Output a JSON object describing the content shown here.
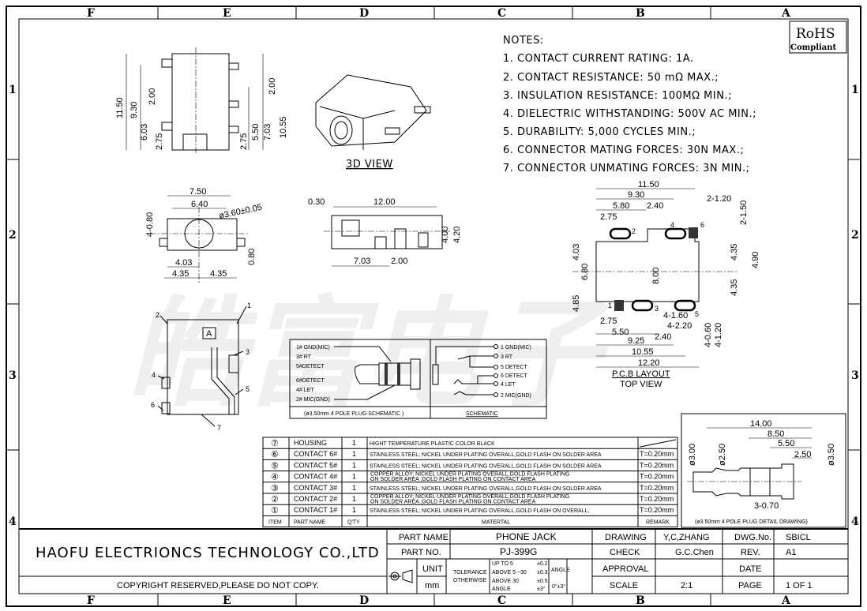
{
  "border": {
    "columns": [
      "F",
      "E",
      "D",
      "C",
      "B",
      "A"
    ],
    "rows": [
      "1",
      "2",
      "3",
      "4"
    ]
  },
  "rohs": {
    "line1": "RoHS",
    "line2": "Compliant"
  },
  "watermark": "皓富电子",
  "notes": {
    "title": "NOTES:",
    "items": [
      "1. CONTACT CURRENT RATING: 1A.",
      "2. CONTACT RESISTANCE: 50 mΩ MAX.;",
      "3. INSULATION RESISTANCE: 100MΩ MIN.;",
      "4. DIELECTRIC WITHSTANDING: 500V AC MIN.;",
      "5. DURABILITY: 5,000 CYCLES MIN.;",
      "6. CONNECTOR MATING FORCES: 30N MAX.;",
      "7. CONNECTOR UNMATING FORCES: 3N MIN.;"
    ]
  },
  "view3d": {
    "label": "3D VIEW"
  },
  "side_view": {
    "dims": [
      "11.50",
      "9.30",
      "2.00",
      "6.03",
      "2.75",
      "2.00",
      "10.55",
      "7.03",
      "5.50",
      "2.75"
    ]
  },
  "front_view": {
    "dims": [
      "7.50",
      "6.40",
      "ø3.60±0.05",
      "4-0.80",
      "0.80",
      "4.03",
      "4.35",
      "4.35"
    ]
  },
  "top_view": {
    "dims": [
      "0.30",
      "12.00",
      "4.00",
      "4.20",
      "7.03",
      "2.00"
    ]
  },
  "exploded": {
    "balloons": [
      "1",
      "2",
      "3",
      "4",
      "5",
      "6",
      "7"
    ],
    "marker": "A"
  },
  "plug_schematic": {
    "left_labels": [
      "1# GND(MIC)",
      "3# RT",
      "5#DETECT",
      "6#DETECT",
      "4# LET",
      "2# MIC(GND)"
    ],
    "left_caption": "(ø3.50mm 4 POLE PLUG SCHEMATIC )",
    "right_labels": [
      "1 GND(MIC)",
      "3 RT",
      "5 DETECT",
      "6 DETECT",
      "4 LET",
      "2 MIC(GND)"
    ],
    "right_caption": "SCHEMATIC"
  },
  "pcb": {
    "dims_top": [
      "11.50",
      "9.30",
      "5.80",
      "2.40",
      "2.75",
      "2-1.20",
      "2-1.50"
    ],
    "dims_side": [
      "4.03",
      "6.80",
      "4.85",
      "8.00",
      "4.35",
      "4.90",
      "4.35"
    ],
    "dims_bottom": [
      "2.75",
      "5.50",
      "4-1.60",
      "4-2.20",
      "2.40",
      "9.25",
      "10.55",
      "12.20",
      "4-0.60",
      "4-1.20"
    ],
    "pins": [
      "1",
      "2",
      "3",
      "4",
      "5",
      "6"
    ],
    "title": "P.C.B LAYOUT",
    "subtitle": "TOP VIEW"
  },
  "plug_detail": {
    "dims": [
      "14.00",
      "8.50",
      "5.50",
      "2.50",
      "ø3.00",
      "ø2.50",
      "ø3.50",
      "3-0.70"
    ],
    "caption": "(ø3.50mm 4 POLE PLUG DETAIL DRAWING)"
  },
  "bom": {
    "headers": [
      "ITEM",
      "PART NAME",
      "Q'TY",
      "MATERTAL",
      "REMARK"
    ],
    "rows": [
      {
        "item": "⑦",
        "name": "HOUSING",
        "qty": "1",
        "material": "HIGHT TEMPERATURE PLASTIC  COLOR BLACK",
        "material2": "",
        "remark": ""
      },
      {
        "item": "⑥",
        "name": "CONTACT 6#",
        "qty": "1",
        "material": "STAINLESS STEEL; NICKEL UNDER PLATING OVERALL,GOLD FLASH ON SOLDER AREA",
        "material2": "",
        "remark": "T=0.20mm"
      },
      {
        "item": "⑤",
        "name": "CONTACT 5#",
        "qty": "1",
        "material": "STAINLESS STEEL; NICKEL UNDER PLATING OVERALL,GOLD FLASH ON SOLDER AREA",
        "material2": "",
        "remark": "T=0.20mm"
      },
      {
        "item": "④",
        "name": "CONTACT 4#",
        "qty": "1",
        "material": "COPPER ALLOY; NICKEL UNDER PLATING OVERALL,GOLD FLASH PLATING",
        "material2": "ON SOLDER AREA ;GOLD FLASH PLATING ON CONTACT AREA",
        "remark": "T=0.20mm"
      },
      {
        "item": "③",
        "name": "CONTACT 3#",
        "qty": "1",
        "material": "STAINLESS STEEL; NICKEL UNDER PLATING OVERALL,GOLD FLASH ON SOLDER AREA",
        "material2": "",
        "remark": "T=0.20mm"
      },
      {
        "item": "②",
        "name": "CONTACT 2#",
        "qty": "1",
        "material": "COPPER ALLOY; NICKEL UNDER PLATING OVERALL,GOLD FLASH PLATING",
        "material2": "ON SOLDER AREA ;GOLD FLASH PLATING ON CONTACT AREA",
        "remark": "T=0.20mm"
      },
      {
        "item": "①",
        "name": "CONTACT 1#",
        "qty": "1",
        "material": "STAINLESS STEEL; NICKEL UNDER PLATING OVERALL,GOLD FLASH ON OVERALL;",
        "material2": "",
        "remark": "T=0.20mm"
      }
    ]
  },
  "title_block": {
    "company": "HAOFU ELECTRIONCS TECHNOLOGY CO.,LTD",
    "copyright": "COPYRIGHT RESERVED,PLEASE DO NOT COPY.",
    "part_name_label": "PART NAME",
    "part_name": "PHONE JACK",
    "part_no_label": "PART NO.",
    "part_no": "PJ-399G",
    "unit_label": "UNIT :",
    "unit": "mm",
    "tolerance_label1": "TOLERANCE",
    "tolerance_label2": "OTHERWISE",
    "tol_rows": [
      [
        "UP TO 5",
        "±0.2"
      ],
      [
        "ABOVE 5 ~30",
        "±0.3"
      ],
      [
        "ABOVE 30",
        "±0.5"
      ],
      [
        "ANGLE",
        "±3°"
      ]
    ],
    "angle_label": "ANGLE",
    "angle_value": "0°±3°",
    "drawing_label": "DRAWING",
    "drawing": "Y,C,ZHANG",
    "check_label": "CHECK",
    "check": "G.C.Chen",
    "approval_label": "APPROVAL",
    "approval": "",
    "scale_label": "SCALE",
    "scale": "2:1",
    "dwg_no_label": "DWG.No.",
    "dwg_no": "SBICL",
    "rev_label": "REV.",
    "rev": "A1",
    "date_label": "DATE",
    "date": "",
    "page_label": "PAGE",
    "page": "1 OF 1"
  }
}
